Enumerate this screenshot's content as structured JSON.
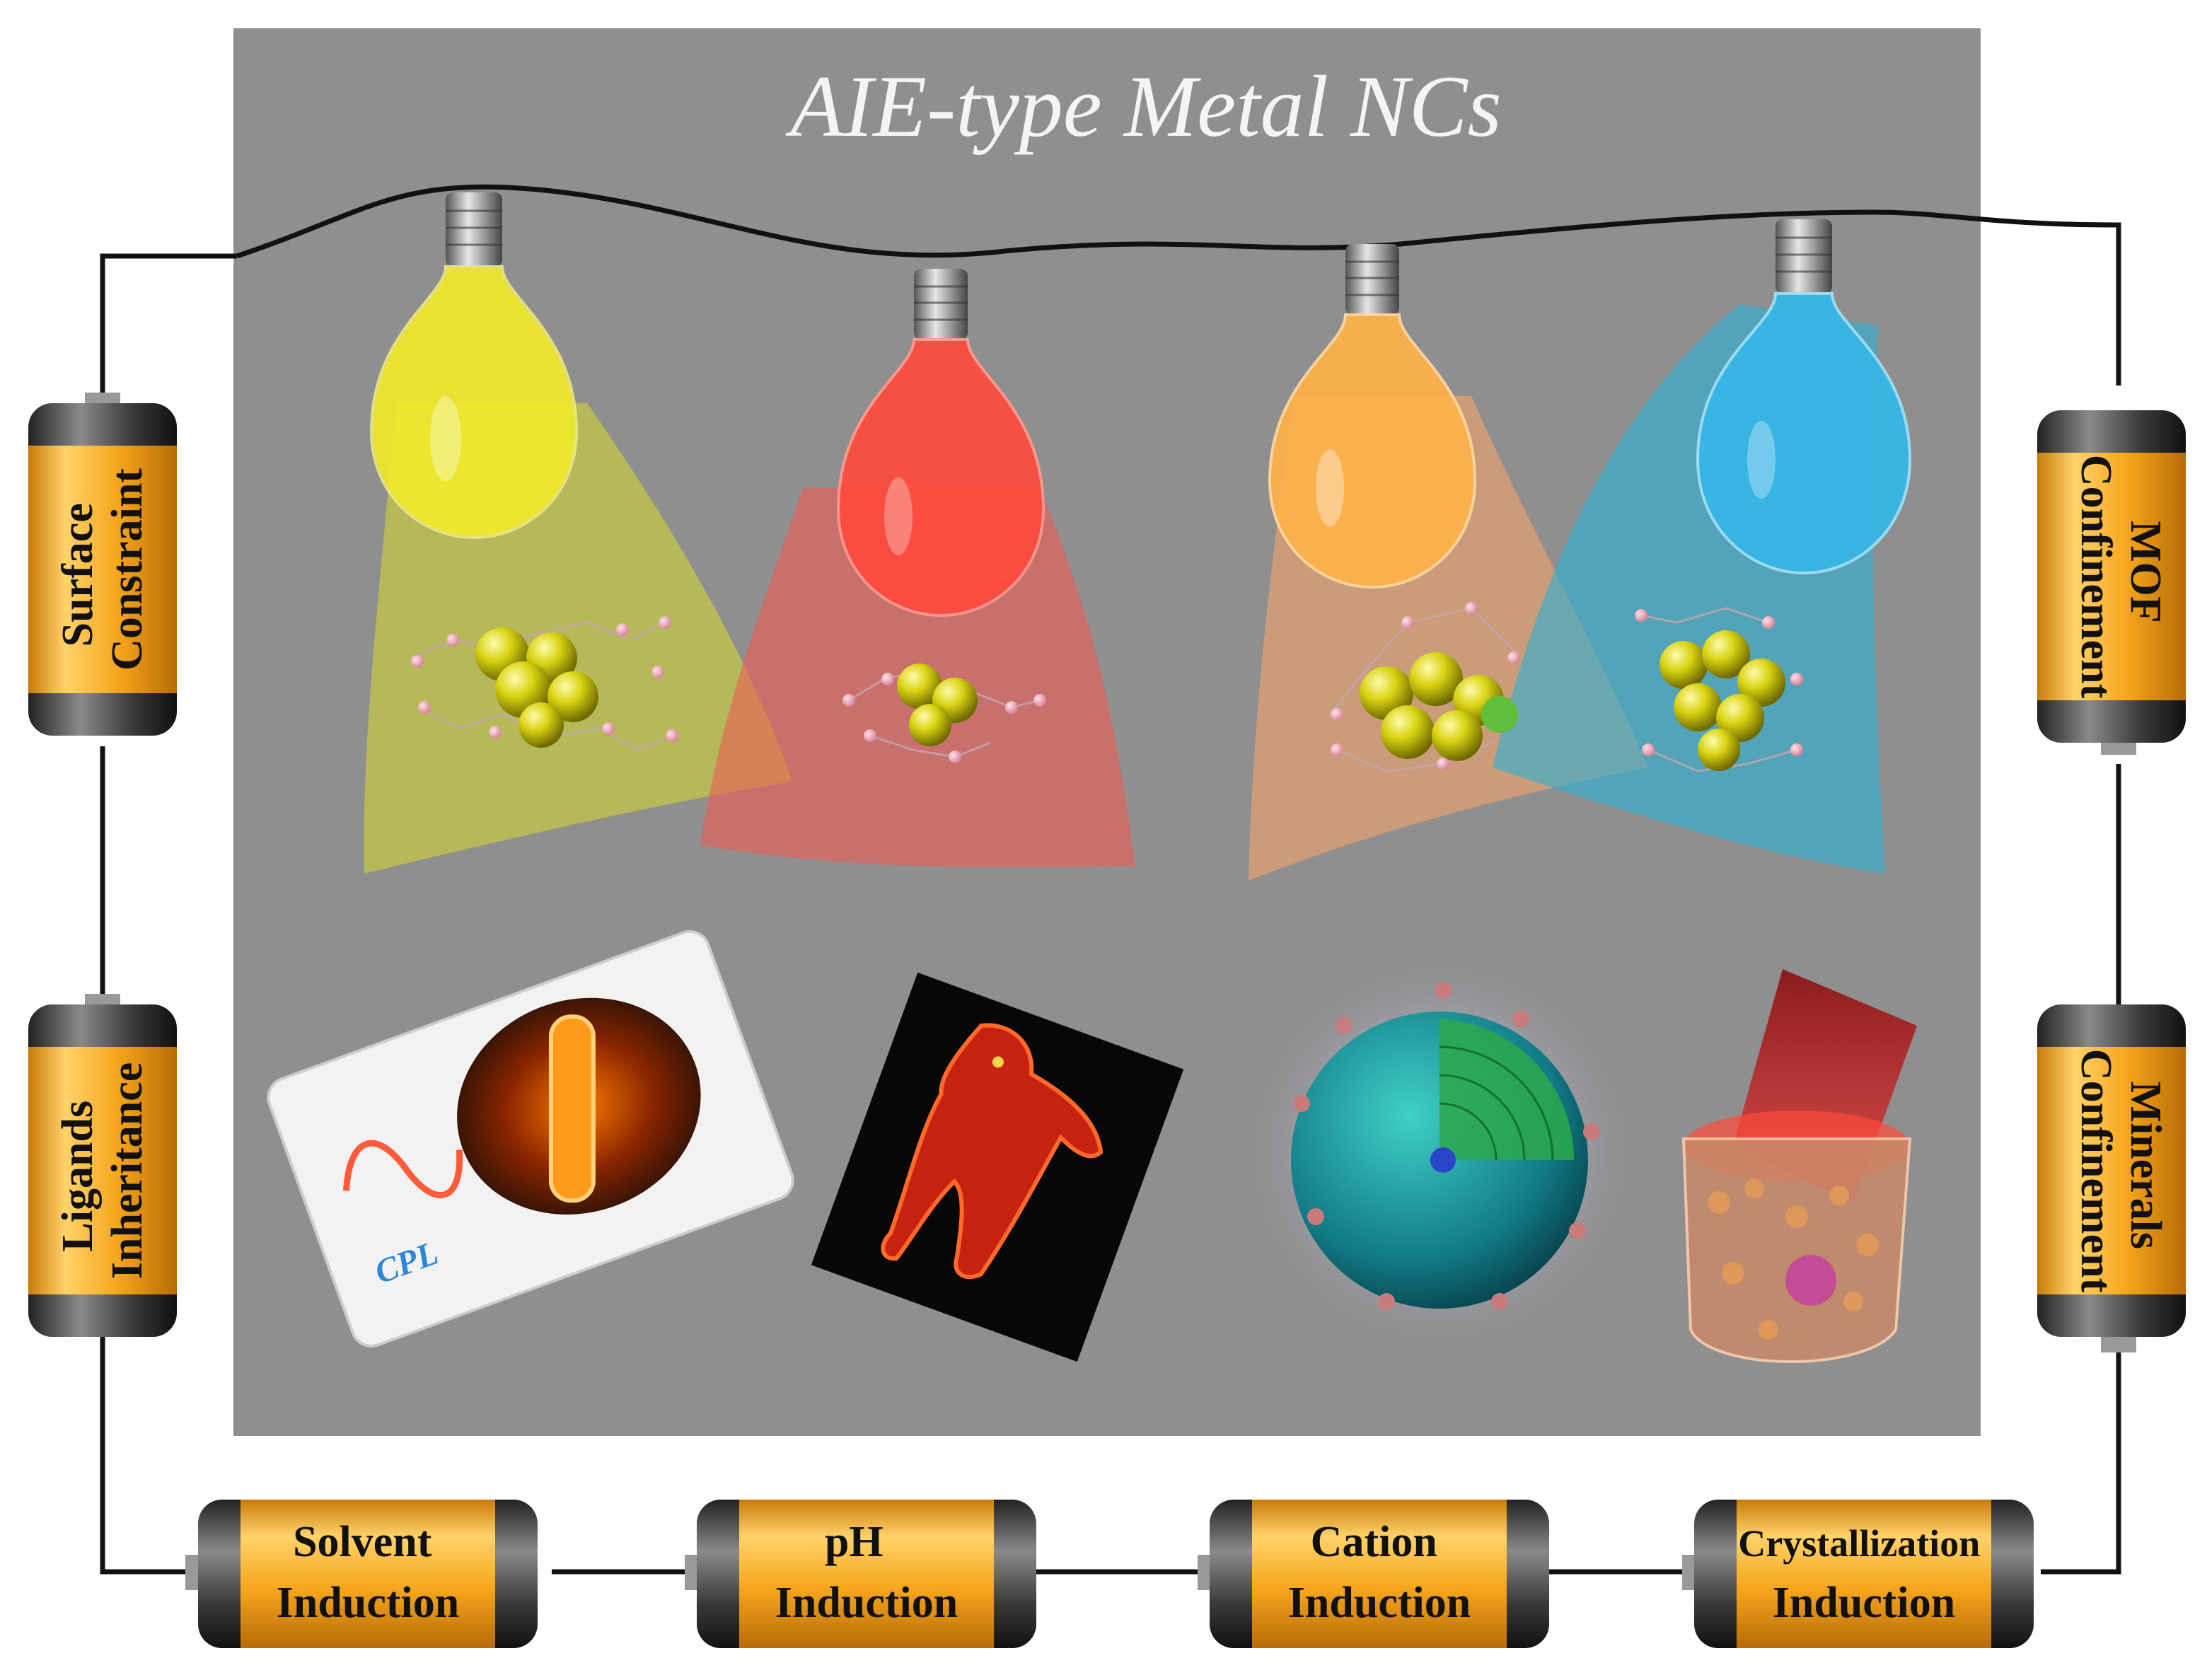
{
  "title": "AIE-type Metal NCs",
  "batteries_left": [
    {
      "line1": "Surface",
      "line2": "Constraint"
    },
    {
      "line1": "Ligands",
      "line2": "Inheritance"
    }
  ],
  "batteries_right": [
    {
      "line1": "MOF",
      "line2": "Confinement"
    },
    {
      "line1": "Minerals",
      "line2": "Confinement"
    }
  ],
  "batteries_bottom": [
    {
      "line1": "Solvent",
      "line2": "Induction"
    },
    {
      "line1": "pH",
      "line2": "Induction"
    },
    {
      "line1": "Cation",
      "line2": "Induction"
    },
    {
      "line1": "Crystallization",
      "line2": "Induction"
    }
  ],
  "bulbs": [
    {
      "color": "#f3ec2a",
      "beam": "#d6dd2e"
    },
    {
      "color": "#ff4a3d",
      "beam": "#ef5c55"
    },
    {
      "color": "#ffb24a",
      "beam": "#f3a56a"
    },
    {
      "color": "#38b6e6",
      "beam": "#2bb0d6"
    }
  ],
  "applications": [
    {
      "label": "CPL"
    }
  ],
  "colors": {
    "panel": "#8f8f8f",
    "battery_body": "#f4a41f",
    "battery_cap": "#4a4a4a",
    "wire": "#111111"
  }
}
